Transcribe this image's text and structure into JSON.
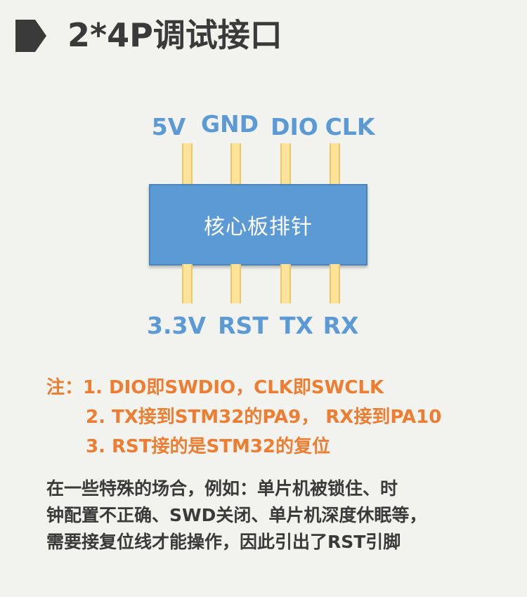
{
  "title": {
    "text": "2*4P调试接口",
    "icon": "play-marker-icon"
  },
  "pins": {
    "top": [
      "5V",
      "GND",
      "DIO",
      "CLK"
    ],
    "bottom": [
      "3.3V",
      "RST",
      "TX",
      "RX"
    ]
  },
  "board": {
    "label": "核心板排针"
  },
  "notes": [
    "注：1. DIO即SWDIO，CLK即SWCLK",
    "2. TX接到STM32的PA9， RX接到PA10",
    "3. RST接的是STM32的复位"
  ],
  "description": [
    "在一些特殊的场合，例如：单片机被锁住、时",
    "钟配置不正确、SWD关闭、单片机深度休眠等，",
    "需要接复位线才能操作，因此引出了RST引脚"
  ],
  "colors": {
    "background": "#f2f3ef",
    "board": "#5b9ad5",
    "pin": "#fde39a",
    "pin_label": "#5b9ad5",
    "note": "#ee7d31",
    "text": "#3a3a3a"
  }
}
